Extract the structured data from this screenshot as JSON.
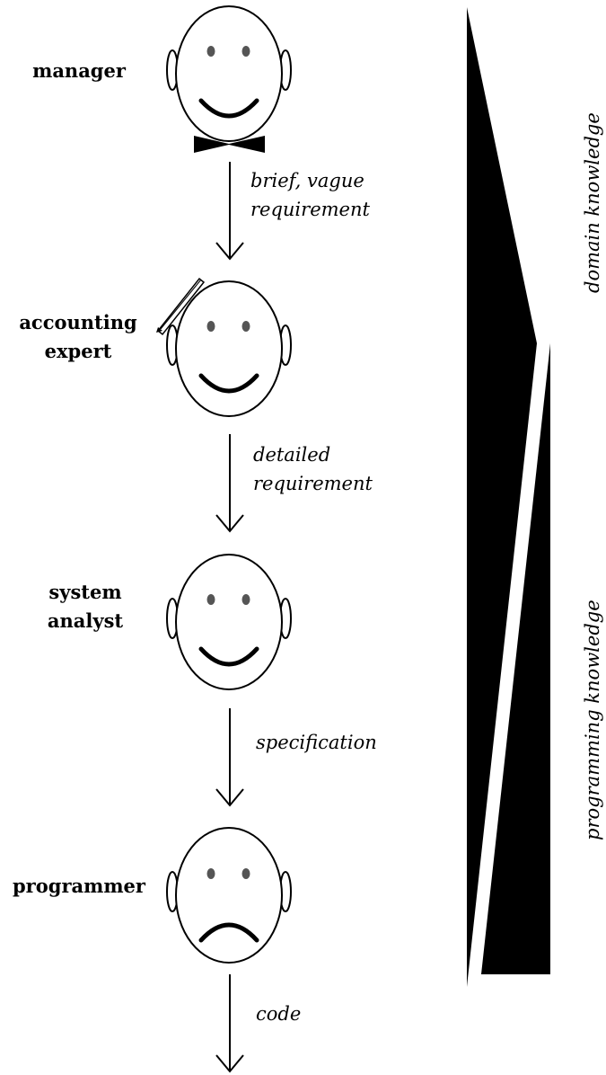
{
  "roles": [
    {
      "lines": [
        "manager"
      ],
      "expression": "smile",
      "accessory": "bow-tie"
    },
    {
      "lines": [
        "accounting",
        "expert"
      ],
      "expression": "smile",
      "accessory": "pencil"
    },
    {
      "lines": [
        "system",
        "analyst"
      ],
      "expression": "smile",
      "accessory": "none"
    },
    {
      "lines": [
        "programmer"
      ],
      "expression": "frown",
      "accessory": "none"
    }
  ],
  "flows": [
    {
      "lines": [
        "brief, vague",
        "requirement"
      ]
    },
    {
      "lines": [
        "detailed",
        "requirement"
      ]
    },
    {
      "lines": [
        "specification"
      ]
    },
    {
      "lines": [
        "code"
      ]
    }
  ],
  "knowledge": {
    "domain_label": "domain knowledge",
    "programming_label": "programming knowledge"
  },
  "colors": {
    "ink": "#000000",
    "eye": "#555555",
    "background": "#ffffff"
  }
}
